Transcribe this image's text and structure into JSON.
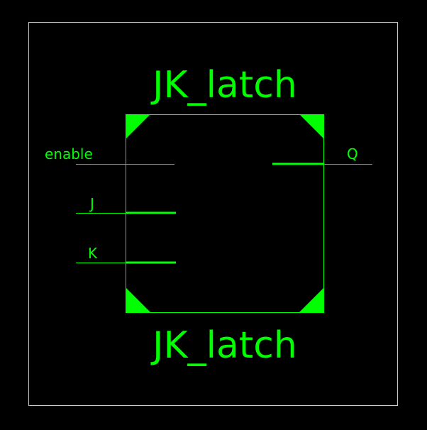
{
  "symbol": {
    "instance_name": "JK_latch",
    "cell_name": "JK_latch",
    "inputs": [
      {
        "label": "enable"
      },
      {
        "label": "J"
      },
      {
        "label": "K"
      }
    ],
    "outputs": [
      {
        "label": "Q"
      }
    ]
  },
  "colors": {
    "background": "#000000",
    "symbol": "#00ff00",
    "frame": "#c8c8c8"
  }
}
